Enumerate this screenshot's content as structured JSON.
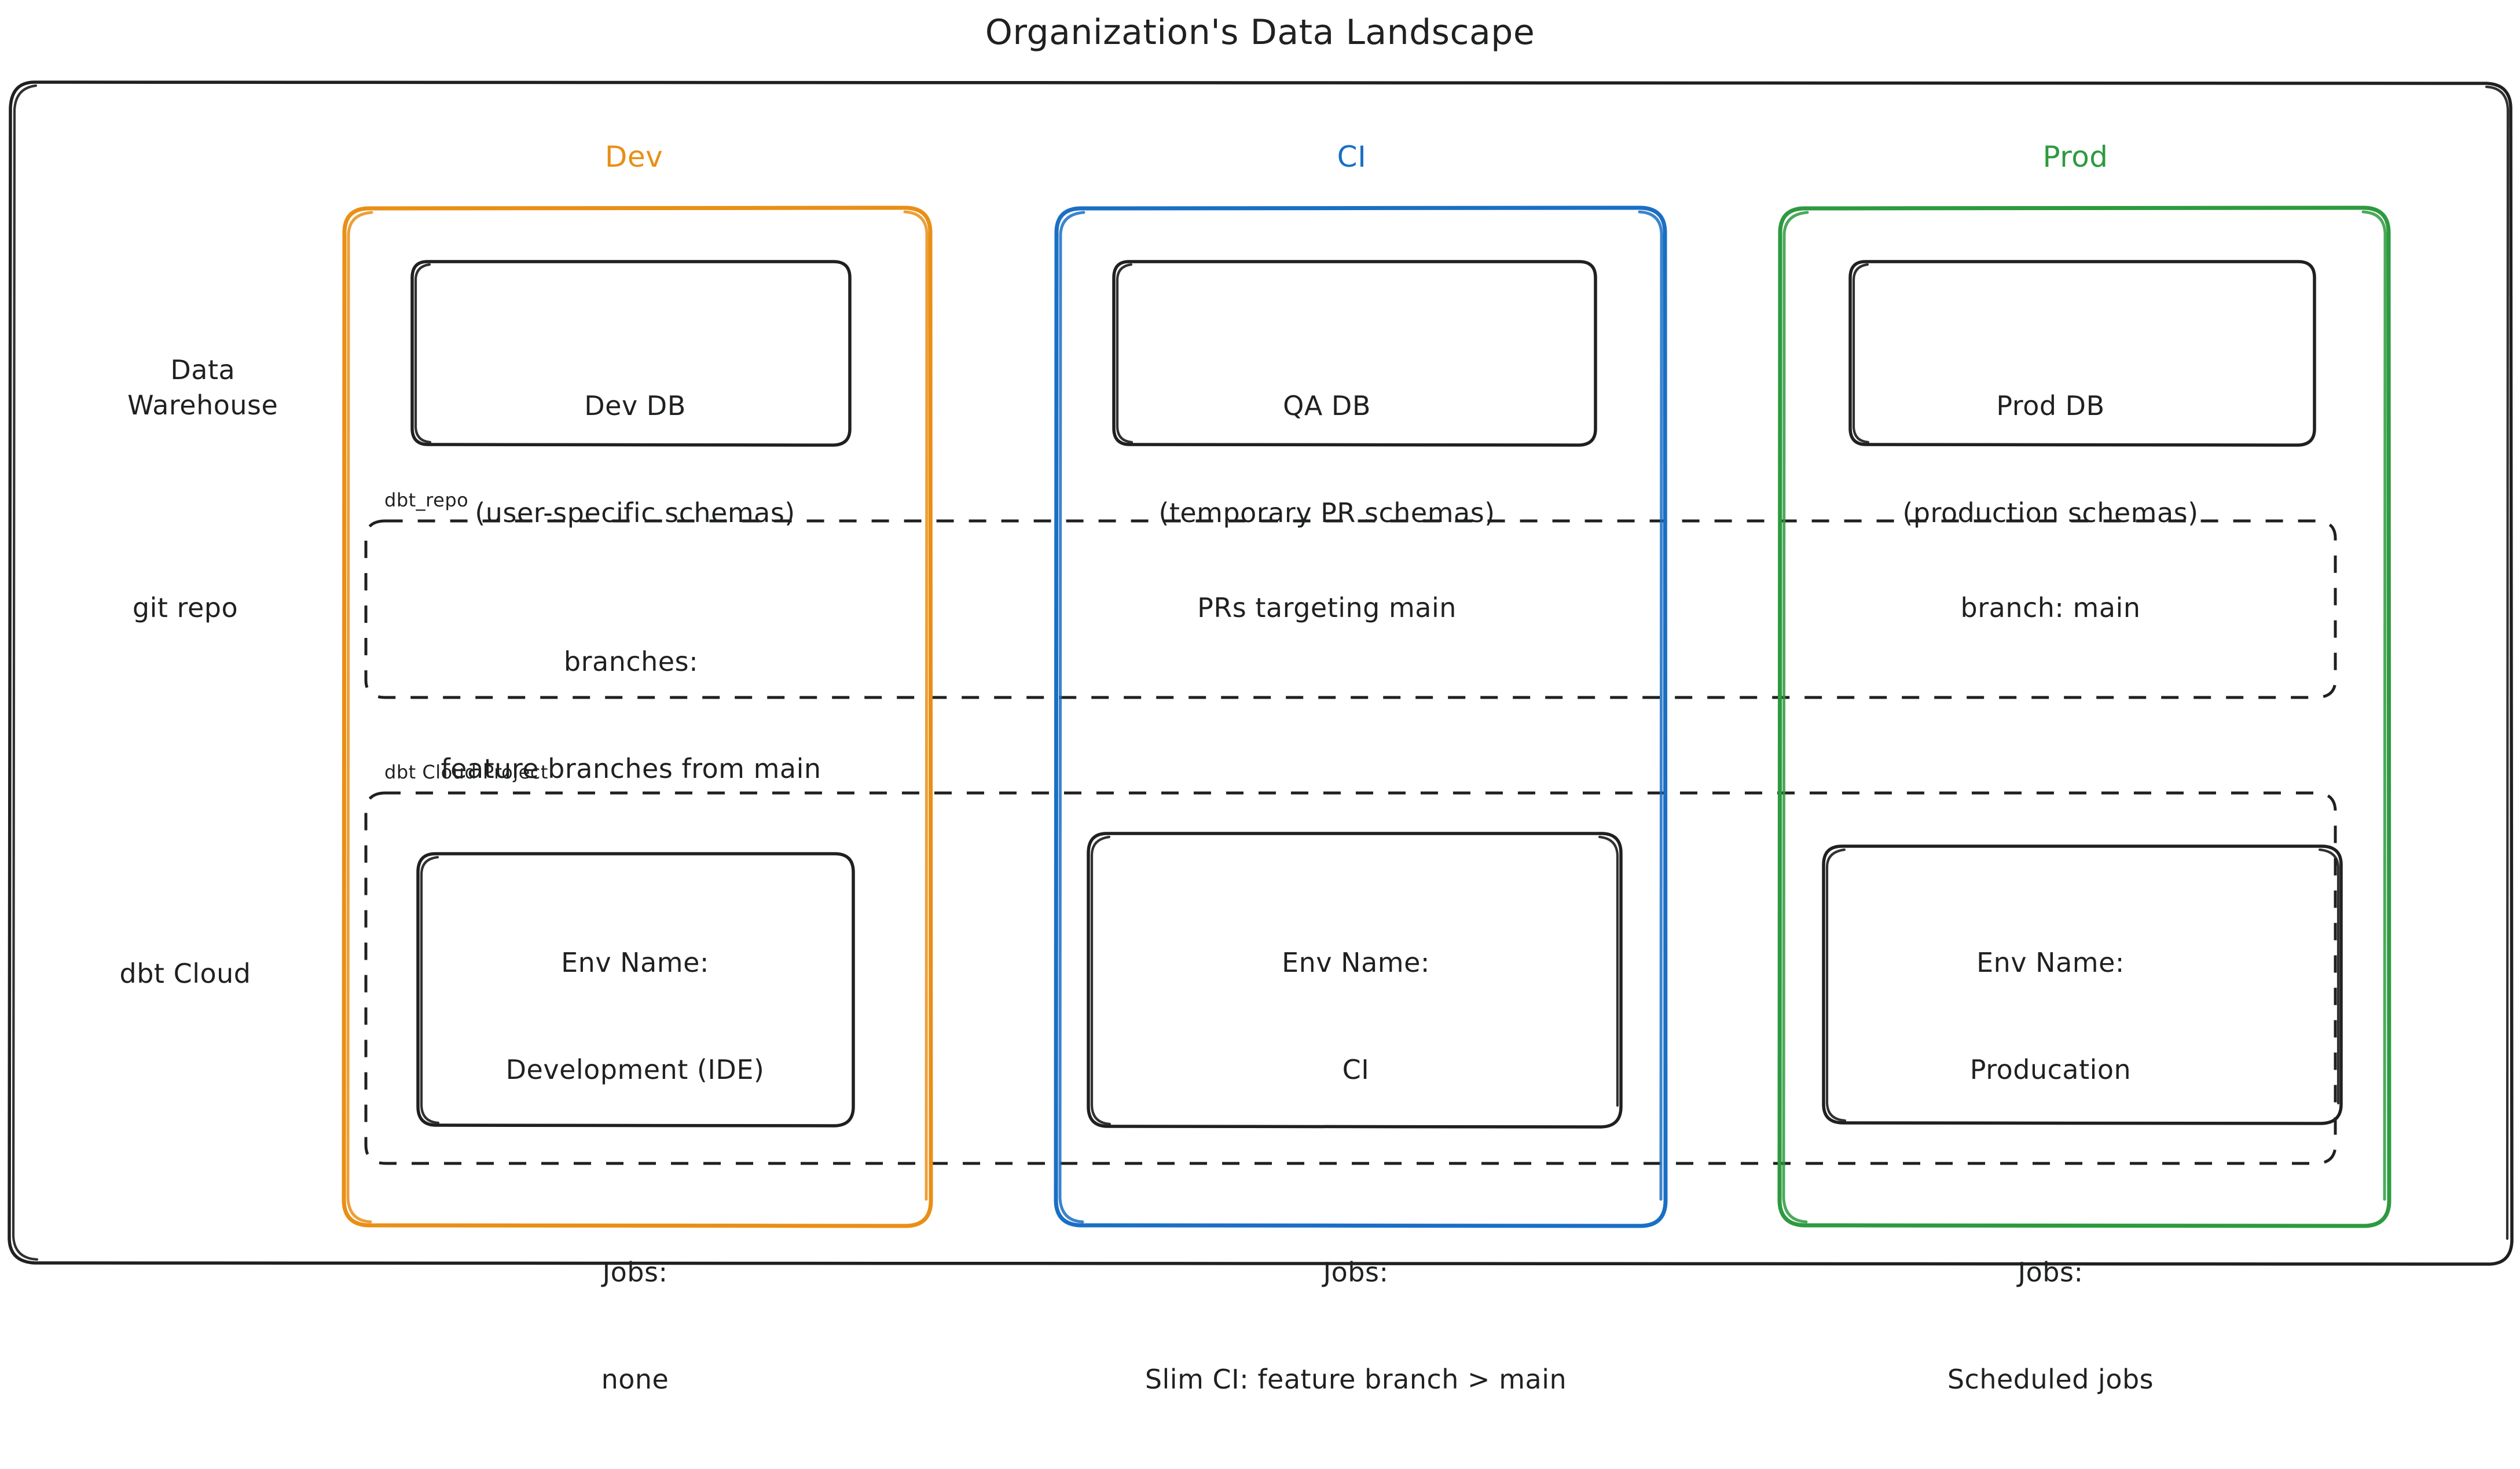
{
  "title": "Organization's Data Landscape",
  "columns": [
    {
      "key": "dev",
      "label": "Dev",
      "color": "#e98f16"
    },
    {
      "key": "ci",
      "label": "CI",
      "color": "#1a6fc4"
    },
    {
      "key": "prod",
      "label": "Prod",
      "color": "#2d9a3f"
    }
  ],
  "rows": [
    {
      "key": "warehouse",
      "label_line1": "Data",
      "label_line2": "Warehouse"
    },
    {
      "key": "git",
      "label_line1": "git repo",
      "label_line2": ""
    },
    {
      "key": "dbtcloud",
      "label_line1": "dbt Cloud",
      "label_line2": ""
    }
  ],
  "groups": [
    {
      "key": "dbt_repo",
      "caption": "dbt_repo"
    },
    {
      "key": "dbt_cloud_proj",
      "caption": "dbt Cloud Project"
    }
  ],
  "nodes": {
    "dev_db": {
      "line1": "Dev DB",
      "line2": "(user-specific schemas)"
    },
    "qa_db": {
      "line1": "QA DB",
      "line2": "(temporary PR schemas)"
    },
    "prod_db": {
      "line1": "Prod DB",
      "line2": "(production schemas)"
    },
    "dev_git": {
      "line1": "branches:",
      "line2": "feature branches from main"
    },
    "ci_git": {
      "line1": "PRs targeting main",
      "line2": ""
    },
    "prod_git": {
      "line1": "branch: main",
      "line2": ""
    },
    "dev_cloud": {
      "env_label": "Env Name:",
      "env_value": "Development (IDE)",
      "jobs_label": "Jobs:",
      "jobs_value": "none"
    },
    "ci_cloud": {
      "env_label": "Env Name:",
      "env_value": "CI",
      "jobs_label": "Jobs:",
      "jobs_value": "Slim CI: feature branch > main"
    },
    "prod_cloud": {
      "env_label": "Env Name:",
      "env_value": "Producation",
      "jobs_label": "Jobs:",
      "jobs_value": "Scheduled jobs"
    }
  },
  "style": {
    "stroke": "#1f2020",
    "background": "#ffffff"
  }
}
